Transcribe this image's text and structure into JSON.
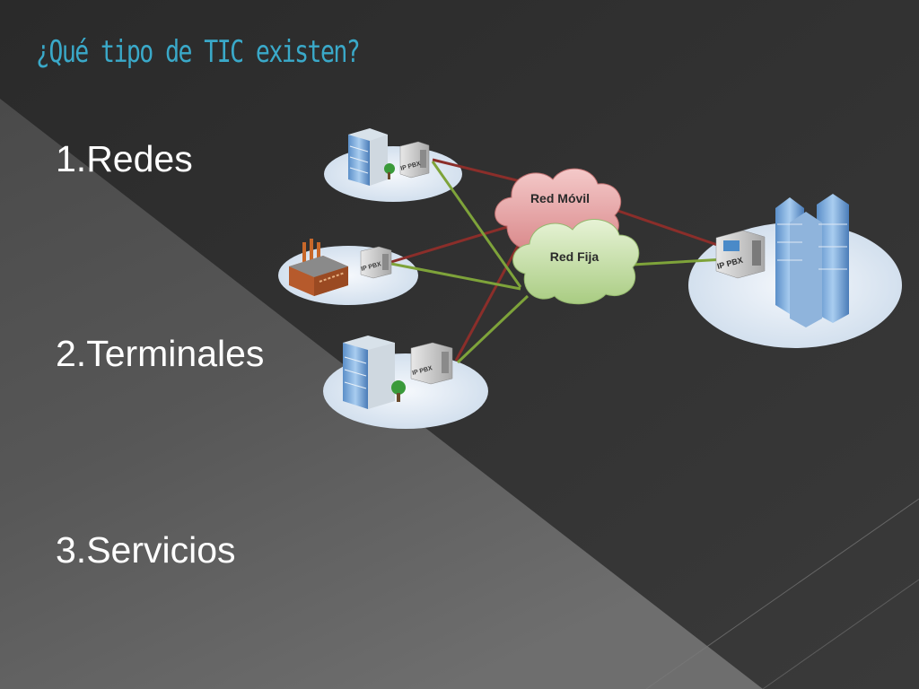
{
  "slide": {
    "title": "¿Qué tipo de TIC existen?",
    "items": [
      {
        "label": "1.Redes"
      },
      {
        "label": "2.Terminales"
      },
      {
        "label": "3.Servicios"
      }
    ]
  },
  "diagram": {
    "clouds": {
      "mobile": "Red Móvil",
      "fixed": "Red Fija"
    },
    "pbx_label": "IP PBX",
    "sites": [
      {
        "name": "office-top",
        "icon": "office-building-icon"
      },
      {
        "name": "factory",
        "icon": "factory-icon"
      },
      {
        "name": "office-bottom",
        "icon": "office-building-icon"
      },
      {
        "name": "headquarters",
        "icon": "skyscraper-icon"
      }
    ],
    "link_colors": {
      "mobile": "#8b2e2a",
      "fixed": "#7ea33a"
    }
  },
  "colors": {
    "title": "#3aa9c9",
    "text": "#ffffff",
    "background_dark": "#2c2c2c",
    "background_light": "#6a6a6a"
  }
}
